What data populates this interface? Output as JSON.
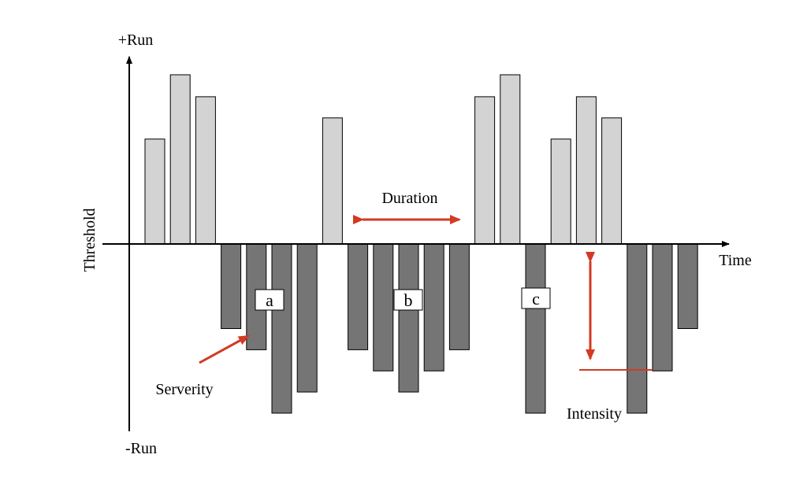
{
  "labels": {
    "y_top": "+Run",
    "y_bottom": "-Run",
    "y_axis": "Threshold",
    "x_axis": "Time",
    "duration": "Duration",
    "severity": "Serverity",
    "intensity": "Intensity"
  },
  "boxes": {
    "a": "a",
    "b": "b",
    "c": "c"
  },
  "colors": {
    "positive_bar": "#d3d3d3",
    "negative_bar": "#757575",
    "accent": "#d23a22",
    "axis": "#000000"
  },
  "bars": [
    {
      "sign": "positive",
      "value": 0.62
    },
    {
      "sign": "positive",
      "value": 1.0
    },
    {
      "sign": "positive",
      "value": 0.87
    },
    {
      "sign": "negative",
      "value": 0.5
    },
    {
      "sign": "negative",
      "value": 0.625
    },
    {
      "sign": "negative",
      "value": 1.0
    },
    {
      "sign": "negative",
      "value": 0.875
    },
    {
      "sign": "positive",
      "value": 0.745
    },
    {
      "sign": "negative",
      "value": 0.625
    },
    {
      "sign": "negative",
      "value": 0.75
    },
    {
      "sign": "negative",
      "value": 0.875
    },
    {
      "sign": "negative",
      "value": 0.75
    },
    {
      "sign": "negative",
      "value": 0.625
    },
    {
      "sign": "positive",
      "value": 0.87
    },
    {
      "sign": "positive",
      "value": 1.0
    },
    {
      "sign": "negative",
      "value": 1.0
    },
    {
      "sign": "positive",
      "value": 0.62
    },
    {
      "sign": "positive",
      "value": 0.87
    },
    {
      "sign": "positive",
      "value": 0.745
    },
    {
      "sign": "negative",
      "value": 1.0
    },
    {
      "sign": "negative",
      "value": 0.75
    },
    {
      "sign": "negative",
      "value": 0.5
    }
  ]
}
